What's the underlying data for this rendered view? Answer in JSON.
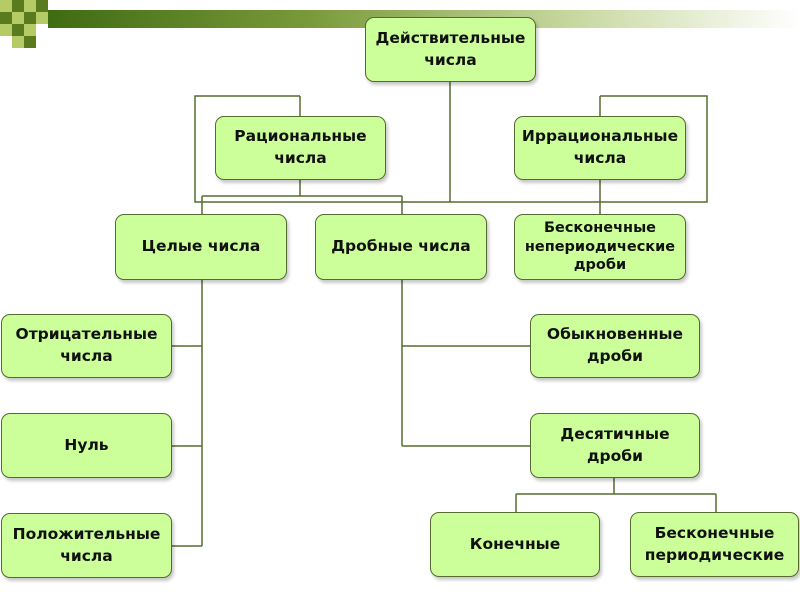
{
  "nodes": {
    "real": {
      "label": "Действительные\nчисла"
    },
    "rational": {
      "label": "Рациональные\nчисла"
    },
    "irrational": {
      "label": "Иррациональные\nчисла"
    },
    "integer": {
      "label": "Целые числа"
    },
    "fractional": {
      "label": "Дробные числа"
    },
    "infinite_nonperiodic": {
      "label": "Бесконечные\nнепериодические\nдроби"
    },
    "negative": {
      "label": "Отрицательные\nчисла"
    },
    "zero": {
      "label": "Нуль"
    },
    "positive": {
      "label": "Положительные\nчисла"
    },
    "common": {
      "label": "Обыкновенные\nдроби"
    },
    "decimal": {
      "label": "Десятичные\nдроби"
    },
    "finite": {
      "label": "Конечные"
    },
    "infinite_periodic": {
      "label": "Бесконечные\nпериодические"
    }
  },
  "colors": {
    "node_fill": "#ccff99",
    "node_border": "#556b2f",
    "connector": "#556b2f",
    "deco_dark": "#5a7a1e",
    "deco_light": "#b5cc66"
  }
}
